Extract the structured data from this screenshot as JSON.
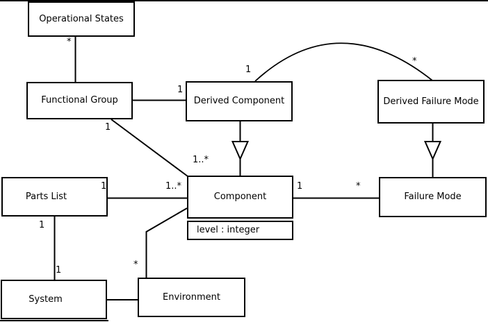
{
  "diagram": {
    "type": "uml-class-diagram",
    "background_color": "#ffffff",
    "line_color": "#000000",
    "classes": {
      "operational_states": {
        "label": "Operational States"
      },
      "functional_group": {
        "label": "Functional Group"
      },
      "derived_component": {
        "label": "Derived Component"
      },
      "derived_failure_mode": {
        "label": "Derived Failure Mode"
      },
      "parts_list": {
        "label": "Parts List"
      },
      "component": {
        "label": "Component",
        "attribute": "level : integer"
      },
      "failure_mode": {
        "label": "Failure Mode"
      },
      "system": {
        "label": "System"
      },
      "environment": {
        "label": "Environment"
      }
    },
    "associations": {
      "operational_states__functional_group": {
        "operational_states_end": "*"
      },
      "functional_group__derived_component": {
        "derived_component_end": "1"
      },
      "functional_group__component": {
        "functional_group_end": "1",
        "component_end": "1..*"
      },
      "derived_component__derived_failure_mode": {
        "derived_component_end": "1",
        "derived_failure_mode_end": "*"
      },
      "parts_list__component": {
        "parts_list_end": "1",
        "component_end": "1..*"
      },
      "component__failure_mode": {
        "component_end": "1",
        "failure_mode_end": "*"
      },
      "parts_list__system": {
        "parts_list_end": "1",
        "system_end": "1"
      },
      "environment__component": {
        "environment_end": "*"
      },
      "system__environment": {}
    },
    "generalizations": [
      {
        "child": "Derived Component",
        "parent": "Component"
      },
      {
        "child": "Derived Failure Mode",
        "parent": "Failure Mode"
      }
    ]
  }
}
